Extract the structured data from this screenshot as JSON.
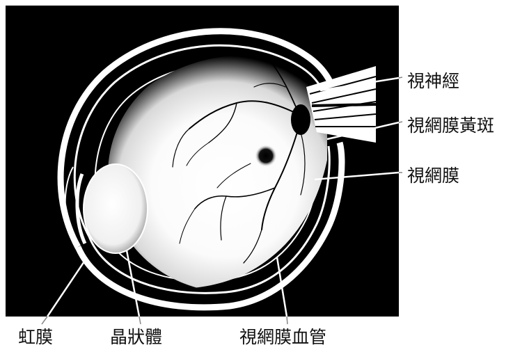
{
  "labels": {
    "optic_nerve": "視神經",
    "macula": "視網膜黃斑",
    "retina": "視網膜",
    "iris": "虹膜",
    "lens": "晶狀體",
    "retinal_vessels": "視網膜血管"
  },
  "colors": {
    "background_panel": "#000000",
    "page": "#ffffff",
    "label_text": "#111111"
  }
}
